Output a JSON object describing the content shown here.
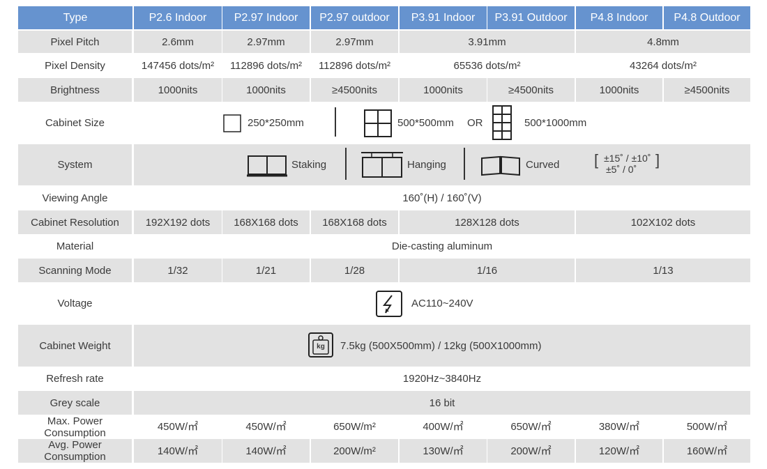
{
  "header": {
    "type": "Type",
    "models": [
      "P2.6 Indoor",
      "P2.97 Indoor",
      "P2.97 outdoor",
      "P3.91 Indoor",
      "P3.91 Outdoor",
      "P4.8 Indoor",
      "P4.8 Outdoor"
    ]
  },
  "rows": {
    "pixel_pitch": {
      "label": "Pixel Pitch",
      "values": [
        "2.6mm",
        "2.97mm",
        "2.97mm",
        "3.91mm",
        "4.8mm"
      ]
    },
    "pixel_density": {
      "label": "Pixel Density",
      "values": [
        "147456 dots/m²",
        "112896 dots/m²",
        "112896 dots/m²",
        "65536 dots/m²",
        "43264 dots/m²"
      ]
    },
    "brightness": {
      "label": "Brightness",
      "values": [
        "1000nits",
        "1000nits",
        "≥4500nits",
        "1000nits",
        "≥4500nits",
        "1000nits",
        "≥4500nits"
      ]
    },
    "cabinet_size": {
      "label": "Cabinet Size",
      "small": "250*250mm",
      "medium": "500*500mm",
      "or": "OR",
      "large": "500*1000mm"
    },
    "system": {
      "label": "System",
      "staking": "Staking",
      "hanging": "Hanging",
      "curved": "Curved",
      "angle_top": "±15˚ / ±10˚",
      "angle_bottom": "±5˚  /  0˚",
      "bracket_left": "[",
      "bracket_right": "]"
    },
    "viewing_angle": {
      "label": "Viewing Angle",
      "value": "160˚(H)  /  160˚(V)"
    },
    "cabinet_resolution": {
      "label": "Cabinet Resolution",
      "values": [
        "192X192 dots",
        "168X168 dots",
        "168X168 dots",
        "128X128 dots",
        "102X102 dots"
      ]
    },
    "material": {
      "label": "Material",
      "value": "Die-casting aluminum"
    },
    "scanning_mode": {
      "label": "Scanning Mode",
      "values": [
        "1/32",
        "1/21",
        "1/28",
        "1/16",
        "1/13"
      ]
    },
    "voltage": {
      "label": "Voltage",
      "value": "AC110~240V"
    },
    "cabinet_weight": {
      "label": "Cabinet Weight",
      "value": "7.5kg (500X500mm) / 12kg (500X1000mm)",
      "icon_text": "kg"
    },
    "refresh_rate": {
      "label": "Refresh rate",
      "value": "1920Hz~3840Hz"
    },
    "grey_scale": {
      "label": "Grey scale",
      "value": "16 bit"
    },
    "max_power": {
      "label_1": "Max. Power",
      "label_2": "Consumption",
      "values": [
        "450W/㎡",
        "450W/㎡",
        "650W/m²",
        "400W/㎡",
        "650W/㎡",
        "380W/㎡",
        "500W/㎡"
      ]
    },
    "avg_power": {
      "label_1": "Avg. Power",
      "label_2": "Consumption",
      "values": [
        "140W/㎡",
        "140W/㎡",
        "200W/m²",
        "130W/㎡",
        "200W/㎡",
        "120W/㎡",
        "160W/㎡"
      ]
    }
  },
  "colors": {
    "header": "#6693cf",
    "stripe": "#e2e2e2",
    "text": "#3a3a3a"
  }
}
